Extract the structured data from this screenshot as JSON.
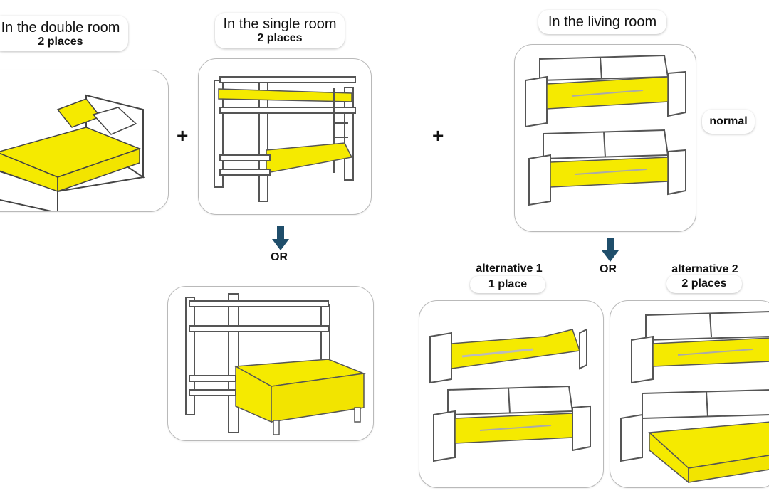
{
  "groups": {
    "double_room": {
      "title": "In the double room",
      "places": "2 places"
    },
    "single_room": {
      "title": "In the single room",
      "places": "2 places"
    },
    "living_room": {
      "title": "In the living room",
      "normal": "normal"
    }
  },
  "connectors": {
    "plus": "+",
    "or": "OR"
  },
  "alternatives": {
    "alt1": {
      "title": "alternative 1",
      "places": "1 place"
    },
    "alt2": {
      "title": "alternative 2",
      "places": "2 places"
    }
  },
  "colors": {
    "highlight": "#f5ea00",
    "arrow": "#1f4e6b",
    "line": "#555555"
  }
}
